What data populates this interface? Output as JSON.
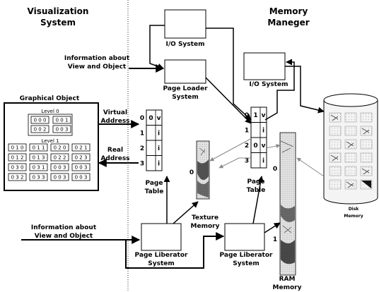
{
  "left_title": [
    "Visualization",
    "System"
  ],
  "right_title": [
    "Memory",
    "Maneger"
  ],
  "io_system_top": "I/O System",
  "io_system_right": "I/O System",
  "page_loader": [
    "Page Loader",
    "System"
  ],
  "info_top": [
    "Information about",
    "View and Object"
  ],
  "info_bottom": [
    "Information about",
    "View and Object"
  ],
  "graphical_object": {
    "title": "Graphical Object",
    "level0_label": "Level 0",
    "level0_rows": [
      [
        "0 0 0",
        "0 0 1"
      ],
      [
        "0 0 2",
        "0 0 3"
      ]
    ],
    "level1_label": "Level 1",
    "level1_rows": [
      [
        "0 1 0",
        "0 1 1",
        "0 2 0",
        "0 2 1"
      ],
      [
        "0 1 2",
        "0 1 3",
        "0 2 2",
        "0 2 3"
      ],
      [
        "0 3 0",
        "0 3 1",
        "0 0 3",
        "0 0 3"
      ],
      [
        "0 3 2",
        "0 3 3",
        "0 0 3",
        "0 0 3"
      ]
    ]
  },
  "virtual_address": [
    "Virtual",
    "Address"
  ],
  "real_address": [
    "Real",
    "Address"
  ],
  "page_table_left": {
    "rows": [
      {
        "index": "0",
        "value": "0",
        "flag": "v"
      },
      {
        "index": "1",
        "value": "",
        "flag": "i"
      },
      {
        "index": "2",
        "value": "",
        "flag": "i"
      },
      {
        "index": "3",
        "value": "",
        "flag": "i"
      }
    ],
    "label": [
      "Page",
      "Table"
    ]
  },
  "page_table_right": {
    "rows": [
      {
        "index": "0",
        "value": "1",
        "flag": "v"
      },
      {
        "index": "1",
        "value": "",
        "flag": "i"
      },
      {
        "index": "2",
        "value": "0",
        "flag": "v"
      },
      {
        "index": "3",
        "value": "",
        "flag": "i"
      }
    ],
    "label": [
      "Page",
      "Table"
    ]
  },
  "texture_memory": {
    "slot": "0",
    "label": [
      "Texture",
      "Memory"
    ]
  },
  "ram_memory": {
    "slot0": "0",
    "slot1": "1",
    "label": [
      "RAM",
      "Memory"
    ]
  },
  "disk_memory": [
    "Disk",
    "Memory"
  ],
  "page_liberator_left": [
    "Page Liberator",
    "System"
  ],
  "page_liberator_right": [
    "Page Liberator",
    "System"
  ]
}
